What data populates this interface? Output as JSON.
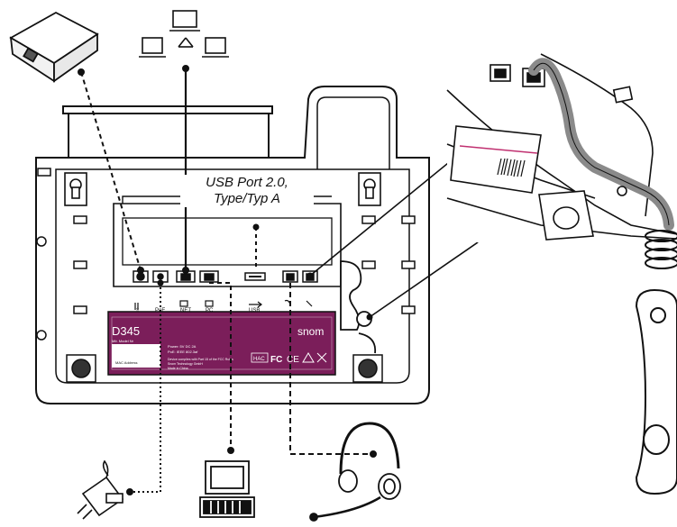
{
  "usb_label": {
    "line1": "USB Port 2.0,",
    "line2": "Type/Typ A"
  },
  "phone": {
    "model": "D345",
    "brand": "snom",
    "model_small": "Mfr. Model Nr",
    "mac_text": "MAC Address",
    "info_line1": "Power: 5V DC 2A",
    "info_line2": "PoE: IEEE 802.3af",
    "small_text_1": "Device complies with Part 15 of the FCC Rules",
    "small_text_2": "Snom Technology GmbH",
    "small_text_3": "Made in China",
    "hac_text": "HAC",
    "fcc_text": "FC",
    "ce_text": "CE"
  },
  "port_labels": [
    "⇧",
    "PoE",
    "NET",
    "PC",
    "USB",
    "",
    ""
  ],
  "colors": {
    "label_plate": "#7b1e5a",
    "line": "#111111",
    "cable_gray": "#8a8a8a"
  },
  "icons": [
    "power-adapter-icon",
    "network-icon",
    "pc-icon",
    "headset-icon",
    "handset-icon",
    "ehs-module-icon"
  ]
}
